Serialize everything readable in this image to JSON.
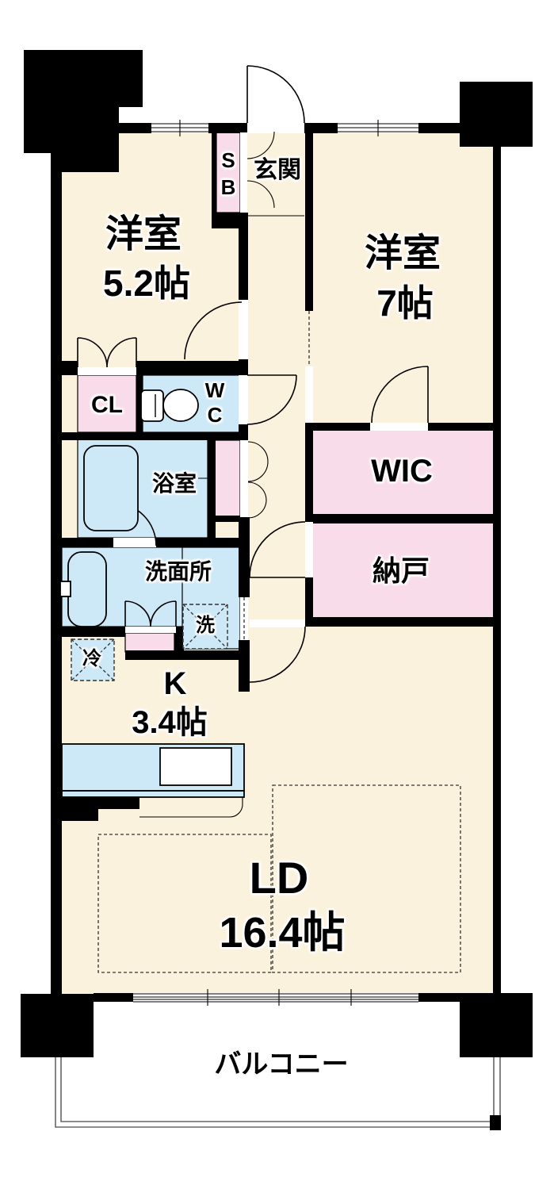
{
  "title": "2SLDK floor plan",
  "colors": {
    "cream": "#FBF2DD",
    "pink": "#F9DCE9",
    "blue": "#CDE8F6",
    "wall": "#000000",
    "dash": "#333333",
    "balcony_line": "#666666"
  },
  "rooms": {
    "bedroom_52": {
      "name": "洋室",
      "size": "5.2帖"
    },
    "bedroom_7": {
      "name": "洋室",
      "size": "7帖"
    },
    "entrance": {
      "label": "玄関"
    },
    "shoe_box": {
      "line1": "S",
      "line2": "B"
    },
    "closet": {
      "label": "CL"
    },
    "toilet": {
      "line1": "W",
      "line2": "C"
    },
    "bathroom": {
      "label": "浴室"
    },
    "wic": {
      "label": "WIC"
    },
    "storage": {
      "label": "納戸"
    },
    "washroom": {
      "label": "洗面所"
    },
    "washer": {
      "label": "洗"
    },
    "refrigerator": {
      "label": "冷"
    },
    "kitchen": {
      "name": "K",
      "size": "3.4帖"
    },
    "living_dining": {
      "name": "LD",
      "size": "16.4帖"
    },
    "balcony": {
      "label": "バルコニー"
    }
  }
}
